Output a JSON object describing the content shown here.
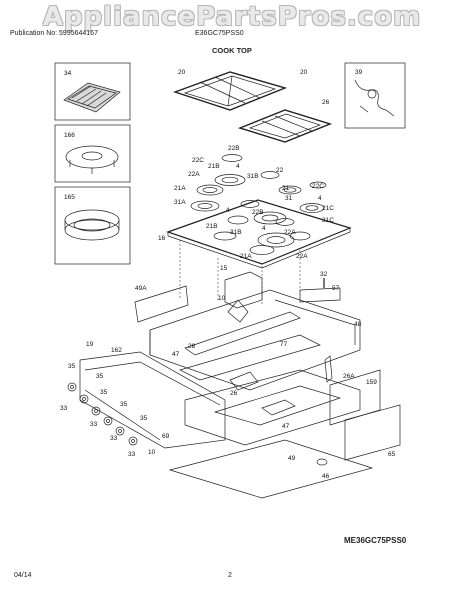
{
  "watermark": "AppliancePartsPros.com",
  "header": {
    "publication": "Publication No: 5995644167",
    "model": "E36GC75PSS0"
  },
  "section_title": "COOK TOP",
  "diagram_code": "ME36GC75PSS0",
  "footer": {
    "date": "04/14",
    "page": "2"
  },
  "callouts": [
    "34",
    "166",
    "165",
    "20",
    "20",
    "26",
    "39",
    "22B",
    "22C",
    "4",
    "22A",
    "21B",
    "31B",
    "22",
    "21",
    "22C",
    "21A",
    "31A",
    "4",
    "22B",
    "31",
    "21C",
    "4",
    "31C",
    "16",
    "31B",
    "21B",
    "22A",
    "21A",
    "4",
    "22A",
    "15",
    "32",
    "57",
    "49A",
    "10",
    "48",
    "47",
    "28",
    "77",
    "19",
    "162",
    "35",
    "35",
    "33",
    "35",
    "33",
    "35",
    "33",
    "35",
    "33",
    "69",
    "10",
    "26A",
    "26",
    "47",
    "159",
    "49",
    "65",
    "46"
  ]
}
